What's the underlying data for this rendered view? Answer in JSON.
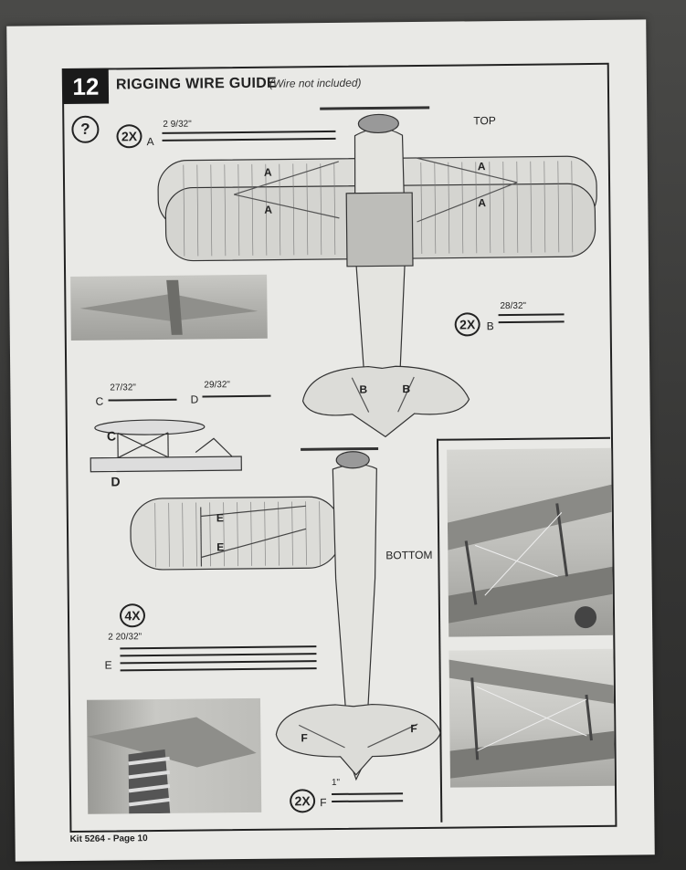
{
  "step": {
    "number": "12",
    "title": "RIGGING WIRE GUIDE",
    "note": "(Wire not included)"
  },
  "help_symbol": "?",
  "views": {
    "top": "TOP",
    "bottom": "BOTTOM"
  },
  "wires": {
    "A": {
      "qty": "2X",
      "letter": "A",
      "length": "2 9/32\""
    },
    "B": {
      "qty": "2X",
      "letter": "B",
      "length": "28/32\""
    },
    "C": {
      "letter": "C",
      "length": "27/32\""
    },
    "D": {
      "letter": "D",
      "length": "29/32\""
    },
    "E": {
      "qty": "4X",
      "letter": "E",
      "length": "2 20/32\""
    },
    "F": {
      "qty": "2X",
      "letter": "F",
      "length": "1\""
    }
  },
  "diagram_labels": {
    "top_wing": [
      "A",
      "A",
      "A",
      "A"
    ],
    "top_tail": [
      "B",
      "B"
    ],
    "side_view": [
      "C",
      "D"
    ],
    "bottom_wing": [
      "E",
      "E"
    ],
    "bottom_tail": [
      "F",
      "F"
    ]
  },
  "footer": "Kit 5264 - Page 10"
}
